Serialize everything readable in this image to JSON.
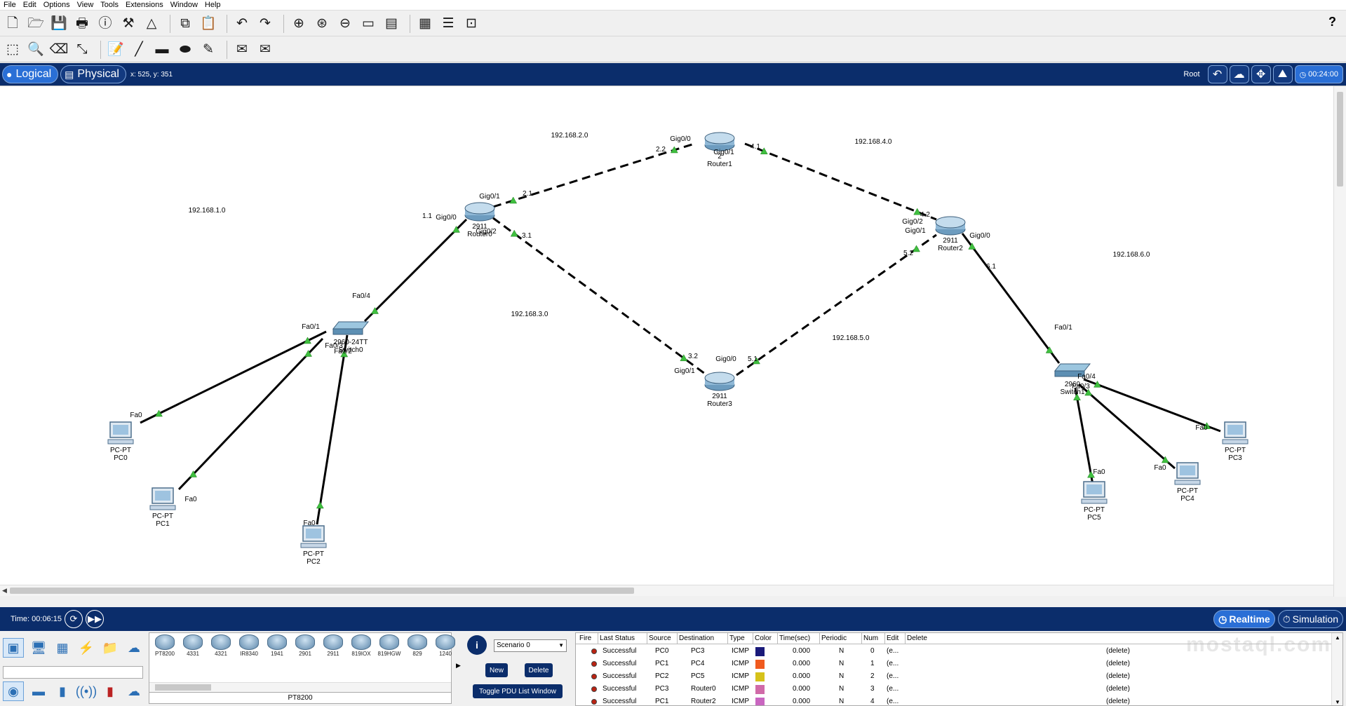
{
  "menu": [
    "File",
    "Edit",
    "Options",
    "View",
    "Tools",
    "Extensions",
    "Window",
    "Help"
  ],
  "toolbar1_icons": [
    "new-file-icon",
    "open-folder-icon",
    "save-icon",
    "print-icon",
    "info-icon",
    "activity-wizard-icon",
    "pt-icon",
    "copy-icon",
    "paste-icon",
    "undo-icon",
    "redo-icon",
    "zoom-in-icon",
    "zoom-reset-icon",
    "zoom-out-icon",
    "drawing-palette-icon",
    "custom-device-icon",
    "notes-icon",
    "list-icon",
    "screenshot-icon"
  ],
  "toolbar1_glyphs": [
    "🗋",
    "🗁",
    "💾",
    "🖶",
    "ⓘ",
    "⚒",
    "△",
    "⧉",
    "📋",
    "↶",
    "↷",
    "⊕",
    "⊛",
    "⊖",
    "▭",
    "▤",
    "▦",
    "☰",
    "⊡"
  ],
  "toolbar2_icons": [
    "select-icon",
    "inspect-icon",
    "delete-icon",
    "resize-icon",
    "note-icon",
    "line-icon",
    "rectangle-icon",
    "ellipse-icon",
    "freeform-icon",
    "simple-pdu-icon",
    "complex-pdu-icon"
  ],
  "toolbar2_glyphs": [
    "⬚",
    "🔍",
    "⌫",
    "⤡",
    "📝",
    "╱",
    "▬",
    "⬬",
    "✎",
    "✉",
    "✉"
  ],
  "help_label": "?",
  "nav": {
    "logical_label": "Logical",
    "physical_label": "Physical",
    "coords": "x: 525, y: 351",
    "root_label": "Root",
    "clock": "00:24:00"
  },
  "topology": {
    "network_labels": [
      {
        "text": "192.168.2.0"
      },
      {
        "text": "192.168.4.0"
      },
      {
        "text": "192.168.1.0"
      },
      {
        "text": "192.168.3.0"
      },
      {
        "text": "192.168.5.0"
      },
      {
        "text": "192.168.6.0"
      }
    ],
    "devices": [
      {
        "name": "Router1",
        "line1": "2",
        "type": "router"
      },
      {
        "name": "Router0",
        "line1": "2911",
        "type": "router"
      },
      {
        "name": "Router2",
        "line1": "2911",
        "type": "router"
      },
      {
        "name": "Router3",
        "line1": "2911",
        "type": "router"
      },
      {
        "name": "Switch0",
        "line1": "2960-24TT",
        "type": "switch"
      },
      {
        "name": "Switch1",
        "line1": "2960",
        "type": "switch"
      },
      {
        "name": "PC0",
        "line1": "PC-PT",
        "type": "pc"
      },
      {
        "name": "PC1",
        "line1": "PC-PT",
        "type": "pc"
      },
      {
        "name": "PC2",
        "line1": "PC-PT",
        "type": "pc"
      },
      {
        "name": "PC3",
        "line1": "PC-PT",
        "type": "pc"
      },
      {
        "name": "PC4",
        "line1": "PC-PT",
        "type": "pc"
      },
      {
        "name": "PC5",
        "line1": "PC-PT",
        "type": "pc"
      }
    ],
    "port_labels": [
      "Gig0/0",
      "2.2",
      "Gig0/1",
      "4.1",
      "Gig0/1",
      "2.1",
      "1.1",
      "Gig0/0",
      "Gig0/2",
      "3.1",
      "4.2",
      "Gig0/2",
      "Gig0/1",
      "Gig0/0",
      "5.2",
      "6.1",
      "Fa0/4",
      "Fa0/1",
      "Fa0/3",
      "Fa0/2",
      "3.2",
      "Gig0/0",
      "5.1",
      "Gig0/1",
      "Fa0/1",
      "Fa0/4",
      "Fa0/3",
      "Fa0",
      "Fa0",
      "Fa0",
      "Fa0",
      "Fa0",
      "Fa0"
    ]
  },
  "timebar": {
    "time": "Time: 00:06:15",
    "realtime_label": "Realtime",
    "simulation_label": "Simulation"
  },
  "device_types": [
    {
      "label": "PT8200"
    },
    {
      "label": "4331"
    },
    {
      "label": "4321"
    },
    {
      "label": "IR8340"
    },
    {
      "label": "1941"
    },
    {
      "label": "2901"
    },
    {
      "label": "2911"
    },
    {
      "label": "819IOX"
    },
    {
      "label": "819HGW"
    },
    {
      "label": "829"
    },
    {
      "label": "1240"
    }
  ],
  "selected_device": "PT8200",
  "scenario": {
    "info_label": "i",
    "select_value": "Scenario 0",
    "new_label": "New",
    "delete_label": "Delete",
    "toggle_label": "Toggle PDU List Window"
  },
  "pdu_table": {
    "headers": [
      "Fire",
      "Last Status",
      "Source",
      "Destination",
      "Type",
      "Color",
      "Time(sec)",
      "Periodic",
      "Num",
      "Edit",
      "Delete"
    ],
    "rows": [
      {
        "status": "Successful",
        "source": "PC0",
        "destination": "PC3",
        "type": "ICMP",
        "color": "#1a1a7a",
        "time": "0.000",
        "periodic": "N",
        "num": "0",
        "edit": "(e...",
        "delete": "(delete)"
      },
      {
        "status": "Successful",
        "source": "PC1",
        "destination": "PC4",
        "type": "ICMP",
        "color": "#f05a1e",
        "time": "0.000",
        "periodic": "N",
        "num": "1",
        "edit": "(e...",
        "delete": "(delete)"
      },
      {
        "status": "Successful",
        "source": "PC2",
        "destination": "PC5",
        "type": "ICMP",
        "color": "#d6c21a",
        "time": "0.000",
        "periodic": "N",
        "num": "2",
        "edit": "(e...",
        "delete": "(delete)"
      },
      {
        "status": "Successful",
        "source": "PC3",
        "destination": "Router0",
        "type": "ICMP",
        "color": "#d06aa8",
        "time": "0.000",
        "periodic": "N",
        "num": "3",
        "edit": "(e...",
        "delete": "(delete)"
      },
      {
        "status": "Successful",
        "source": "PC1",
        "destination": "Router2",
        "type": "ICMP",
        "color": "#c966c0",
        "time": "0.000",
        "periodic": "N",
        "num": "4",
        "edit": "(e...",
        "delete": "(delete)"
      }
    ]
  },
  "watermark": "mostaql.com"
}
